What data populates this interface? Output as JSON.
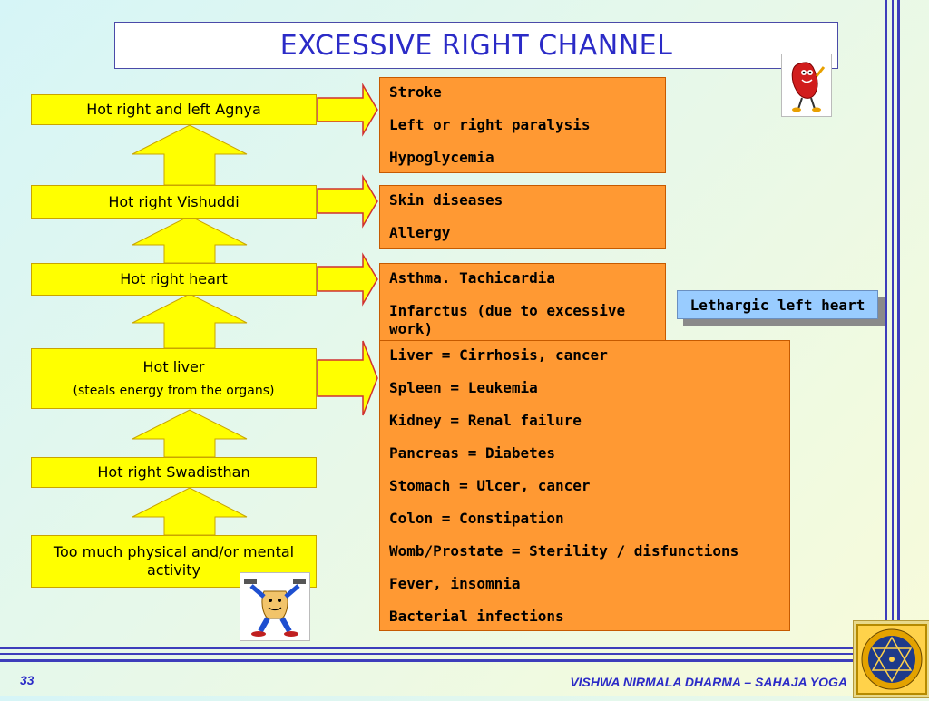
{
  "title": "EXCESSIVE RIGHT CHANNEL",
  "chain": [
    {
      "label": "Hot right and left Agnya"
    },
    {
      "label": "Hot right Vishuddi"
    },
    {
      "label": "Hot right heart"
    },
    {
      "label": "Hot liver",
      "sub": "(steals energy from the organs)"
    },
    {
      "label": "Hot right Swadisthan"
    },
    {
      "label": "Too much physical and/or mental activity"
    }
  ],
  "effects": {
    "agnya": [
      "Stroke",
      "Left or right paralysis",
      "Hypoglycemia"
    ],
    "vishuddi": [
      "Skin diseases",
      "Allergy"
    ],
    "heart": [
      "Asthma. Tachicardia",
      "Infarctus (due to excessive work)"
    ],
    "liver": [
      "Liver = Cirrhosis, cancer",
      "Spleen = Leukemia",
      "Kidney = Renal failure",
      "Pancreas = Diabetes",
      "Stomach = Ulcer, cancer",
      "Colon = Constipation",
      "Womb/Prostate = Sterility / disfunctions",
      "Fever, insomnia",
      "Bacterial infections"
    ]
  },
  "side_note": "Lethargic left heart",
  "footer": {
    "page_number": "33",
    "text": "VISHWA NIRMALA DHARMA – SAHAJA YOGA"
  },
  "colors": {
    "title_text": "#2b2bc7",
    "node_fill": "#ffff00",
    "effect_fill": "#ff9933",
    "side_note_fill": "#99ccff",
    "lines": "#3d3dbb"
  },
  "icons": [
    "liver-character-icon",
    "strongman-character-icon",
    "yantra-emblem-icon"
  ]
}
